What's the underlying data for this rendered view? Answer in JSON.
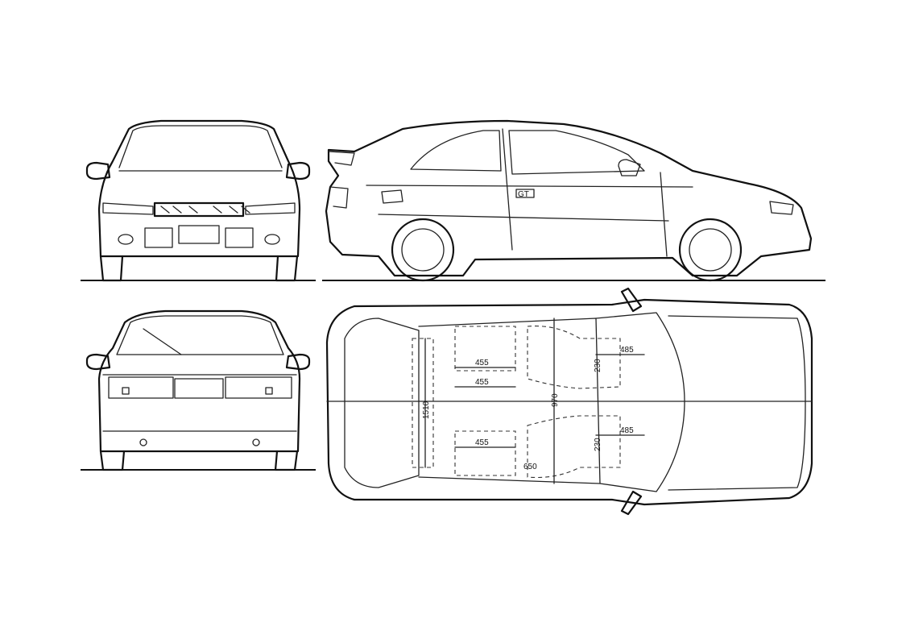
{
  "badge": "GT",
  "dimensions": {
    "seat_front_left": "485",
    "seat_front_right": "485",
    "width_rear_upper": "455",
    "width_rear_lower": "455",
    "width_rear_mid": "455",
    "headroom_front": "970",
    "headroom_rear": "650",
    "cabin_length": "1510",
    "front_seat_depth_upper": "230",
    "front_seat_depth_lower": "230"
  }
}
